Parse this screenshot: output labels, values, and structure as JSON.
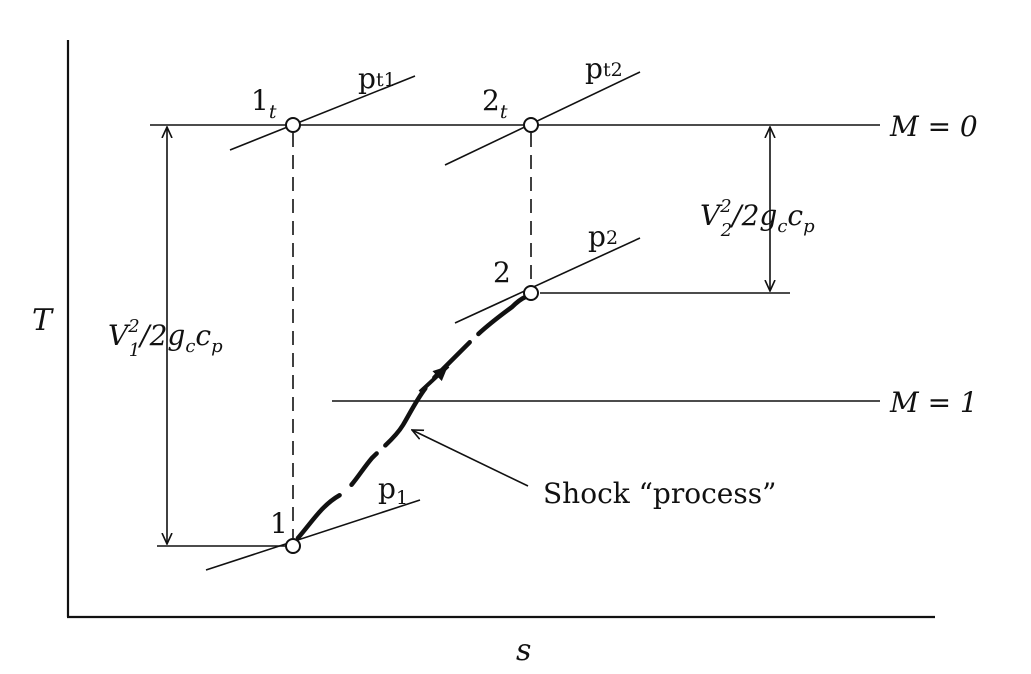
{
  "axes": {
    "y_label": "T",
    "x_label": "s"
  },
  "states": {
    "p1t": {
      "main": "1",
      "sub": "t"
    },
    "p2t": {
      "main": "2",
      "sub": "t"
    },
    "p2": {
      "main": "2"
    },
    "p1": {
      "main": "1"
    }
  },
  "isobars": {
    "pt1": {
      "main": "p",
      "sub": "t1"
    },
    "pt2": {
      "main": "p",
      "sub": "t2"
    },
    "p2": {
      "main": "p",
      "sub": "2"
    },
    "p1": {
      "main": "p",
      "sub": "1"
    }
  },
  "mach_lines": {
    "m0": "M = 0",
    "m1": "M = 1"
  },
  "dimensions": {
    "v1": {
      "v": "V",
      "sup": "2",
      "sub": "1",
      "rest": "/2g",
      "gc_sub": "c",
      "c": "c",
      "cp_sub": "p"
    },
    "v2": {
      "v": "V",
      "sup": "2",
      "sub": "2",
      "rest": "/2g",
      "gc_sub": "c",
      "c": "c",
      "cp_sub": "p"
    }
  },
  "annotation": {
    "shock": "Shock “process”"
  },
  "colors": {
    "ink": "#111111",
    "background": "#ffffff"
  }
}
